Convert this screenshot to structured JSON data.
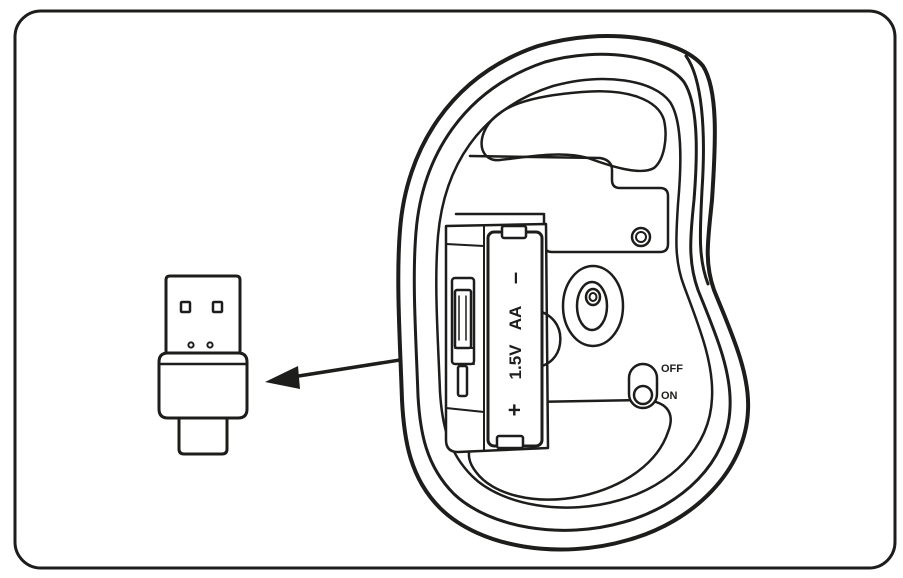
{
  "diagram": {
    "battery": {
      "polarity_plus": "+",
      "voltage": "1.5V",
      "size": "AA",
      "polarity_minus": "–"
    },
    "power_switch": {
      "off_label": "OFF",
      "on_label": "ON"
    },
    "colors": {
      "stroke": "#1d1d1b",
      "fill": "#ffffff"
    }
  }
}
